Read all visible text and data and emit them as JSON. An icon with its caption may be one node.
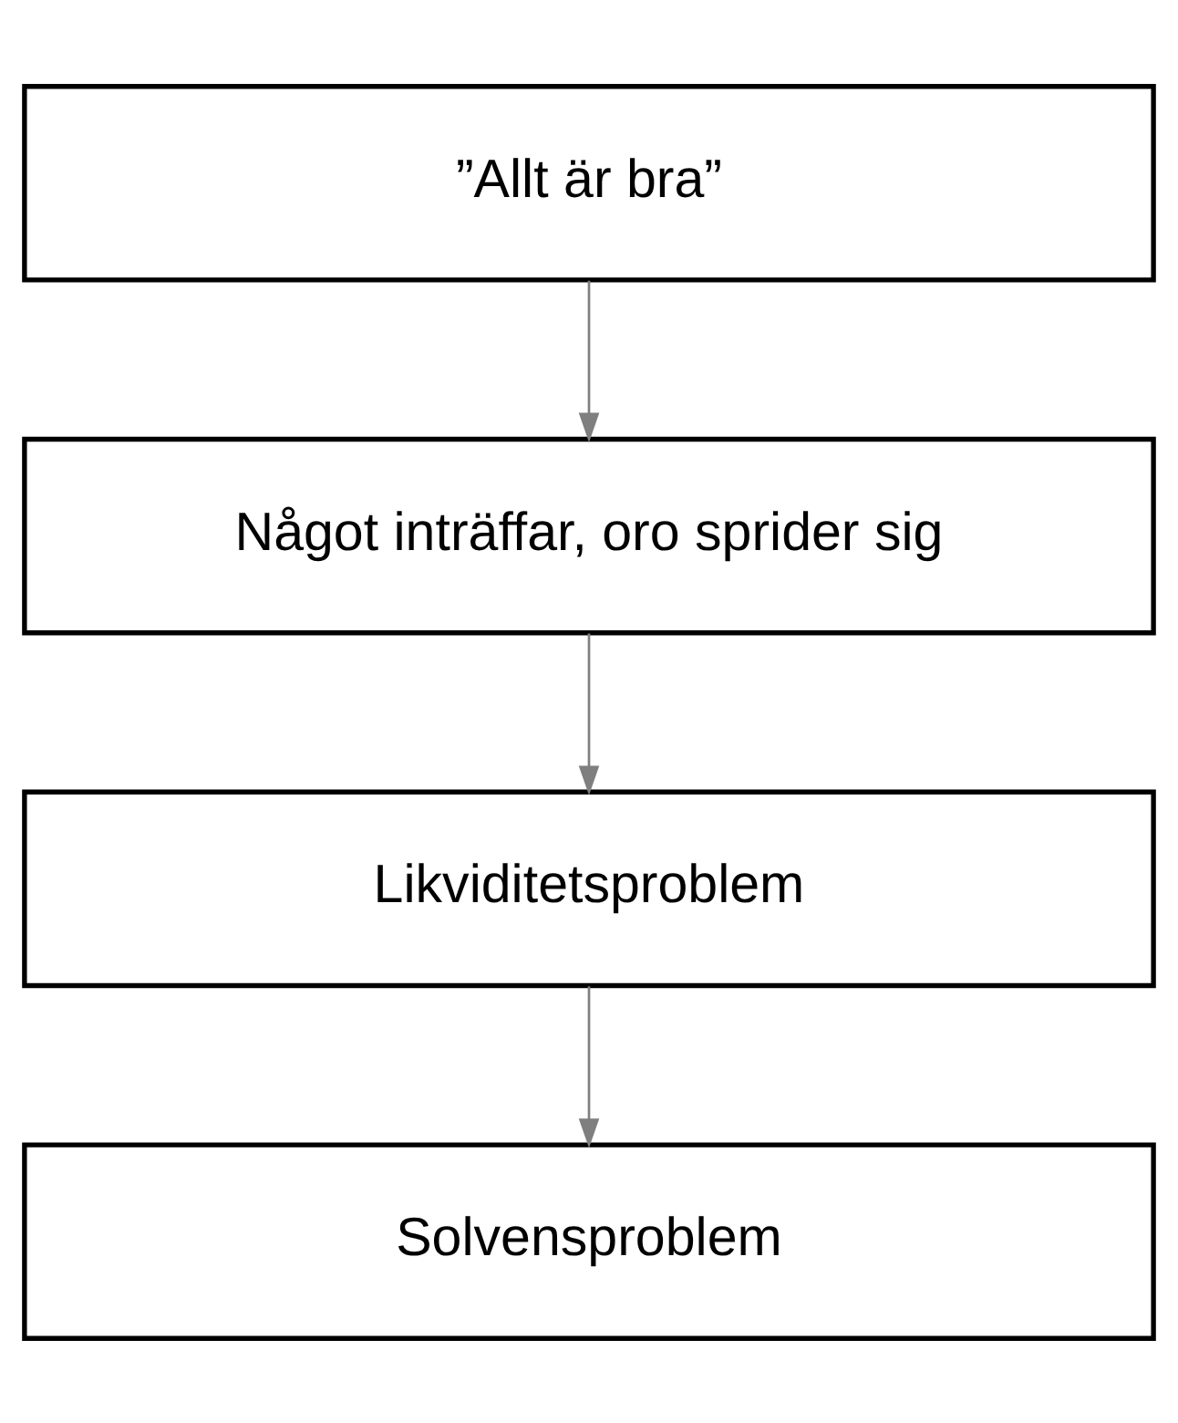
{
  "diagram": {
    "nodes": [
      {
        "text": [
          "”Allt är bra”"
        ]
      },
      {
        "text": [
          "Något inträffar, oro sprider sig"
        ]
      },
      {
        "text": [
          "Likviditetsproblem"
        ]
      },
      {
        "text": [
          "Solvensproblem"
        ]
      }
    ],
    "edges": [
      {
        "from": 0,
        "to": 1,
        "arrow": "to"
      },
      {
        "from": 1,
        "to": 2,
        "arrow": "to"
      },
      {
        "from": 2,
        "to": 3,
        "arrow": "to"
      }
    ]
  }
}
